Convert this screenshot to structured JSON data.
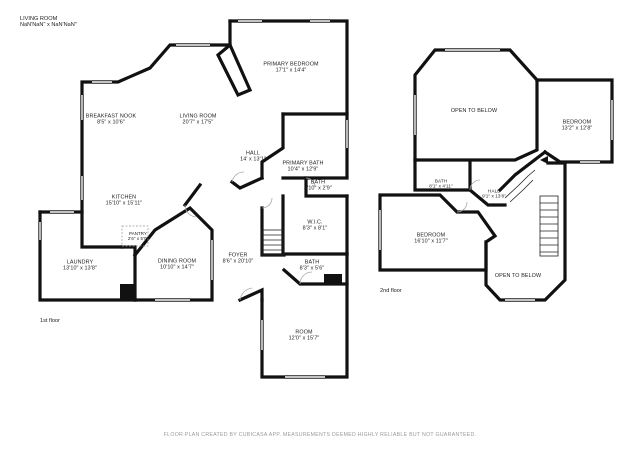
{
  "header": {
    "line1": "LIVING ROOM",
    "line2": "NaN'NaN\" x NaN'NaN\""
  },
  "floors": {
    "first": "1st floor",
    "second": "2nd floor"
  },
  "rooms": {
    "primary_bedroom": {
      "name": "PRIMARY BEDROOM",
      "dim": "17'1\" x 14'4\""
    },
    "breakfast_nook": {
      "name": "BREAKFAST NOOK",
      "dim": "8'5\" x 10'6\""
    },
    "living_room": {
      "name": "LIVING ROOM",
      "dim": "20'7\" x 17'5\""
    },
    "hall_1": {
      "name": "HALL",
      "dim": "14' x 13'1\""
    },
    "primary_bath": {
      "name": "PRIMARY BATH",
      "dim": "10'4\" x 12'9\""
    },
    "bath_small": {
      "name": "BATH",
      "dim": "4'10\" x 2'9\""
    },
    "kitchen": {
      "name": "KITCHEN",
      "dim": "15'10\" x 15'11\""
    },
    "wic": {
      "name": "W.I.C.",
      "dim": "8'3\" x 8'1\""
    },
    "pantry": {
      "name": "PANTRY",
      "dim": "2'6\" x 5'0\""
    },
    "laundry": {
      "name": "LAUNDRY",
      "dim": "13'10\" x 13'8\""
    },
    "dining_room": {
      "name": "DINING ROOM",
      "dim": "10'10\" x 14'7\""
    },
    "foyer": {
      "name": "FOYER",
      "dim": "8'6\" x 20'10\""
    },
    "bath_1": {
      "name": "BATH",
      "dim": "8'3\" x 5'6\""
    },
    "room": {
      "name": "ROOM",
      "dim": "12'0\" x 15'7\""
    },
    "open_below_1": {
      "name": "OPEN TO BELOW",
      "dim": ""
    },
    "bedroom_right": {
      "name": "BEDROOM",
      "dim": "13'2\" x 12'8\""
    },
    "bath_2": {
      "name": "BATH",
      "dim": "8'1\" x 4'11\""
    },
    "hall_2": {
      "name": "HALL",
      "dim": "9'1\" x 13'8\""
    },
    "bedroom_left": {
      "name": "BEDROOM",
      "dim": "16'10\" x 11'7\""
    },
    "open_below_2": {
      "name": "OPEN TO BELOW",
      "dim": ""
    }
  },
  "footer": "FLOOR PLAN CREATED BY CUBICASA APP. MEASUREMENTS DEEMED HIGHLY RELIABLE BUT NOT GUARANTEED."
}
